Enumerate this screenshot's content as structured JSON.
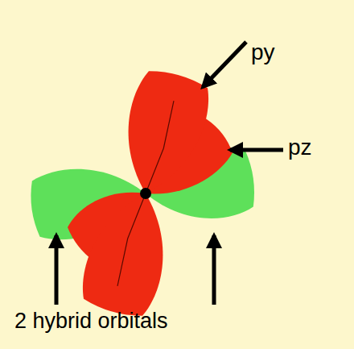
{
  "diagram": {
    "labels": [
      "py",
      "pz",
      "2 hybrid orbitals"
    ]
  }
}
